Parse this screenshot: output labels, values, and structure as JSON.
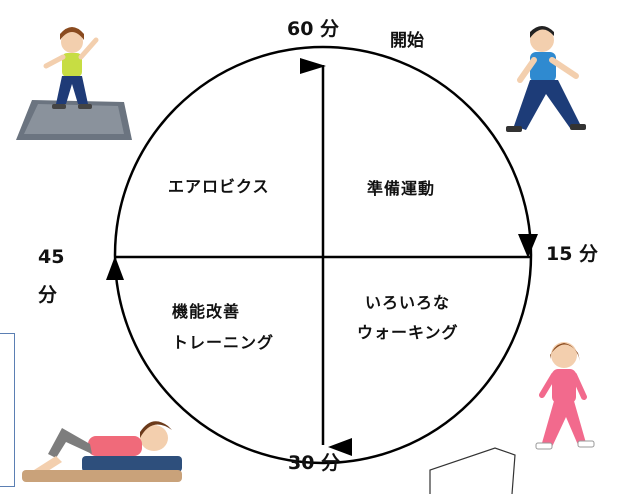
{
  "clock": {
    "top": "60 分",
    "right": "15 分",
    "bottom": "30 分",
    "left_line1": "45",
    "left_line2": "分",
    "start": "開始"
  },
  "quadrants": {
    "top_right": [
      "準備運動"
    ],
    "top_left": [
      "エアロビクス"
    ],
    "bottom_left": [
      "機能改善",
      "トレーニング"
    ],
    "bottom_right": [
      "いろいろな",
      "ウォーキング"
    ]
  },
  "icons": {
    "aerobics": "woman-dancing-on-mat-illustration",
    "stretch": "man-stretching-illustration",
    "walking": "nurse-walking-illustration",
    "lying": "woman-lying-exercise-illustration"
  },
  "colors": {
    "line": "#000000",
    "accent_frame": "#5b7fb3"
  }
}
